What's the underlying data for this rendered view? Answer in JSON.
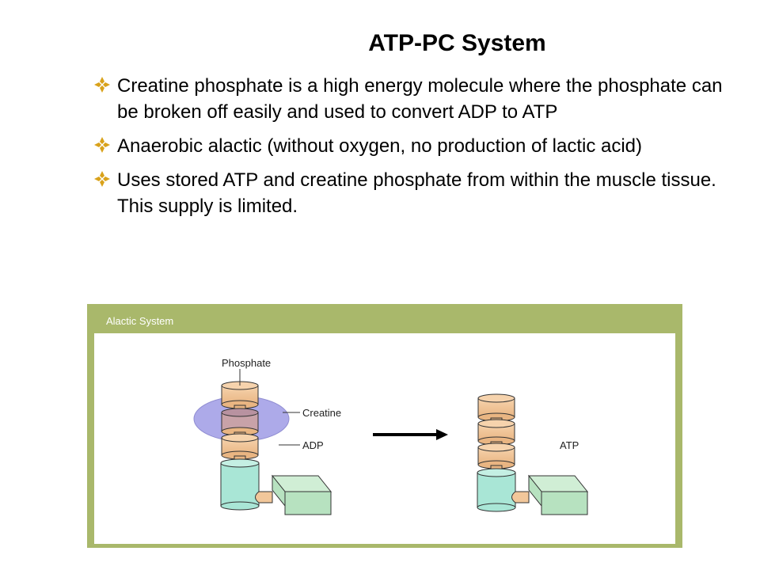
{
  "title": "ATP-PC System",
  "bullets": [
    "Creatine phosphate is a high energy molecule where the phosphate can be broken off easily and used to convert ADP to ATP",
    "Anaerobic alactic (without oxygen, no production of lactic acid)",
    "Uses stored ATP and creatine phosphate from within the muscle tissue.  This supply is limited."
  ],
  "figure": {
    "caption": "Alactic System",
    "labels": {
      "phosphate": "Phosphate",
      "creatine": "Creatine",
      "adp": "ADP",
      "atp": "ATP"
    }
  },
  "colors": {
    "bullet_mark": "#d9a21b",
    "frame": "#a9b86b",
    "disc": "#f2c79a",
    "creatine": "#a9a6e8",
    "enzyme": "#a9e6d6",
    "block": "#b7e2c0"
  }
}
